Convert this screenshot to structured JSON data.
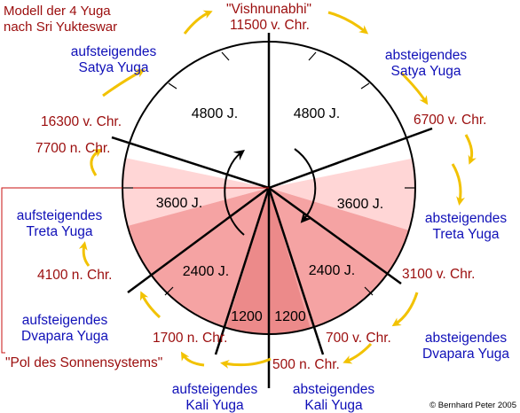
{
  "title": {
    "line1": "Modell der 4 Yuga",
    "line2": "nach Sri Yukteswar"
  },
  "top_label": "\"Vishnunabhi\"",
  "pole_label": "\"Pol des Sonnensystems\"",
  "copyright": "© Bernhard Peter 2005",
  "durations": {
    "satya_left": "4800 J.",
    "satya_right": "4800 J.",
    "treta_left": "3600 J.",
    "treta_right": "3600 J.",
    "dvapara_left": "2400 J.",
    "dvapara_right": "2400 J.",
    "kali_left": "1200",
    "kali_right": "1200"
  },
  "dates": {
    "d11500": "11500 v. Chr.",
    "d6700": "6700 v. Chr.",
    "d3100": "3100 v. Chr.",
    "d700": "700 v. Chr.",
    "d500": "500 n. Chr.",
    "d1700": "1700 n. Chr.",
    "d4100": "4100 n. Chr.",
    "d7700": "7700 n. Chr.",
    "d16300": "16300 v. Chr."
  },
  "ages": {
    "asc_satya": [
      "aufsteigendes",
      "Satya Yuga"
    ],
    "desc_satya": [
      "absteigendes",
      "Satya Yuga"
    ],
    "asc_treta": [
      "aufsteigendes",
      "Treta Yuga"
    ],
    "desc_treta": [
      "absteigendes",
      "Treta Yuga"
    ],
    "asc_dvapara": [
      "aufsteigendes",
      "Dvapara Yuga"
    ],
    "desc_dvapara": [
      "absteigendes",
      "Dvapara Yuga"
    ],
    "asc_kali": [
      "aufsteigendes",
      "Kali Yuga"
    ],
    "desc_kali": [
      "absteigendes",
      "Kali Yuga"
    ]
  },
  "colors": {
    "satya_fill": "#ffffff",
    "treta_fill": "#ffd6d6",
    "dvapara_fill": "#f5a3a3",
    "kali_fill": "#ec8a8a",
    "date_text": "#9b0d0d",
    "age_text": "#1010b8",
    "arrow": "#f2c200"
  }
}
